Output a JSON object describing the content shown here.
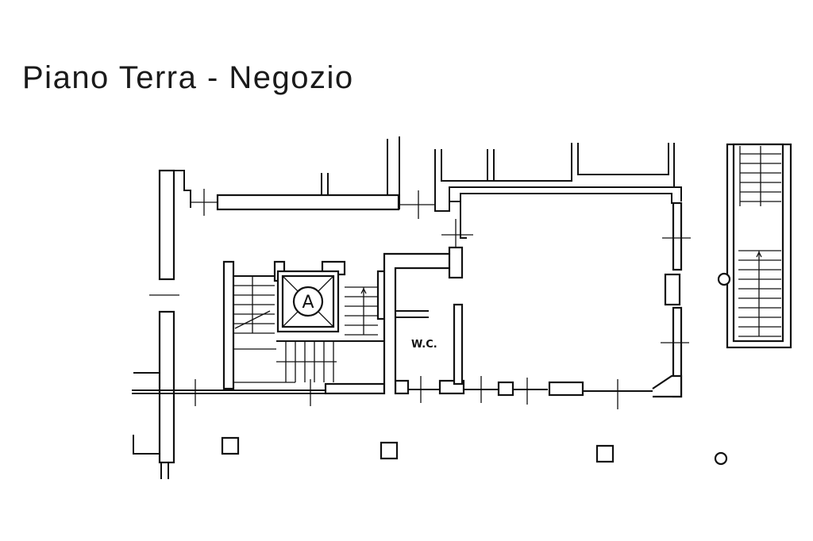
{
  "title": "Piano Terra - Negozio",
  "elevator_letter": "A",
  "wc_label": "W.C."
}
